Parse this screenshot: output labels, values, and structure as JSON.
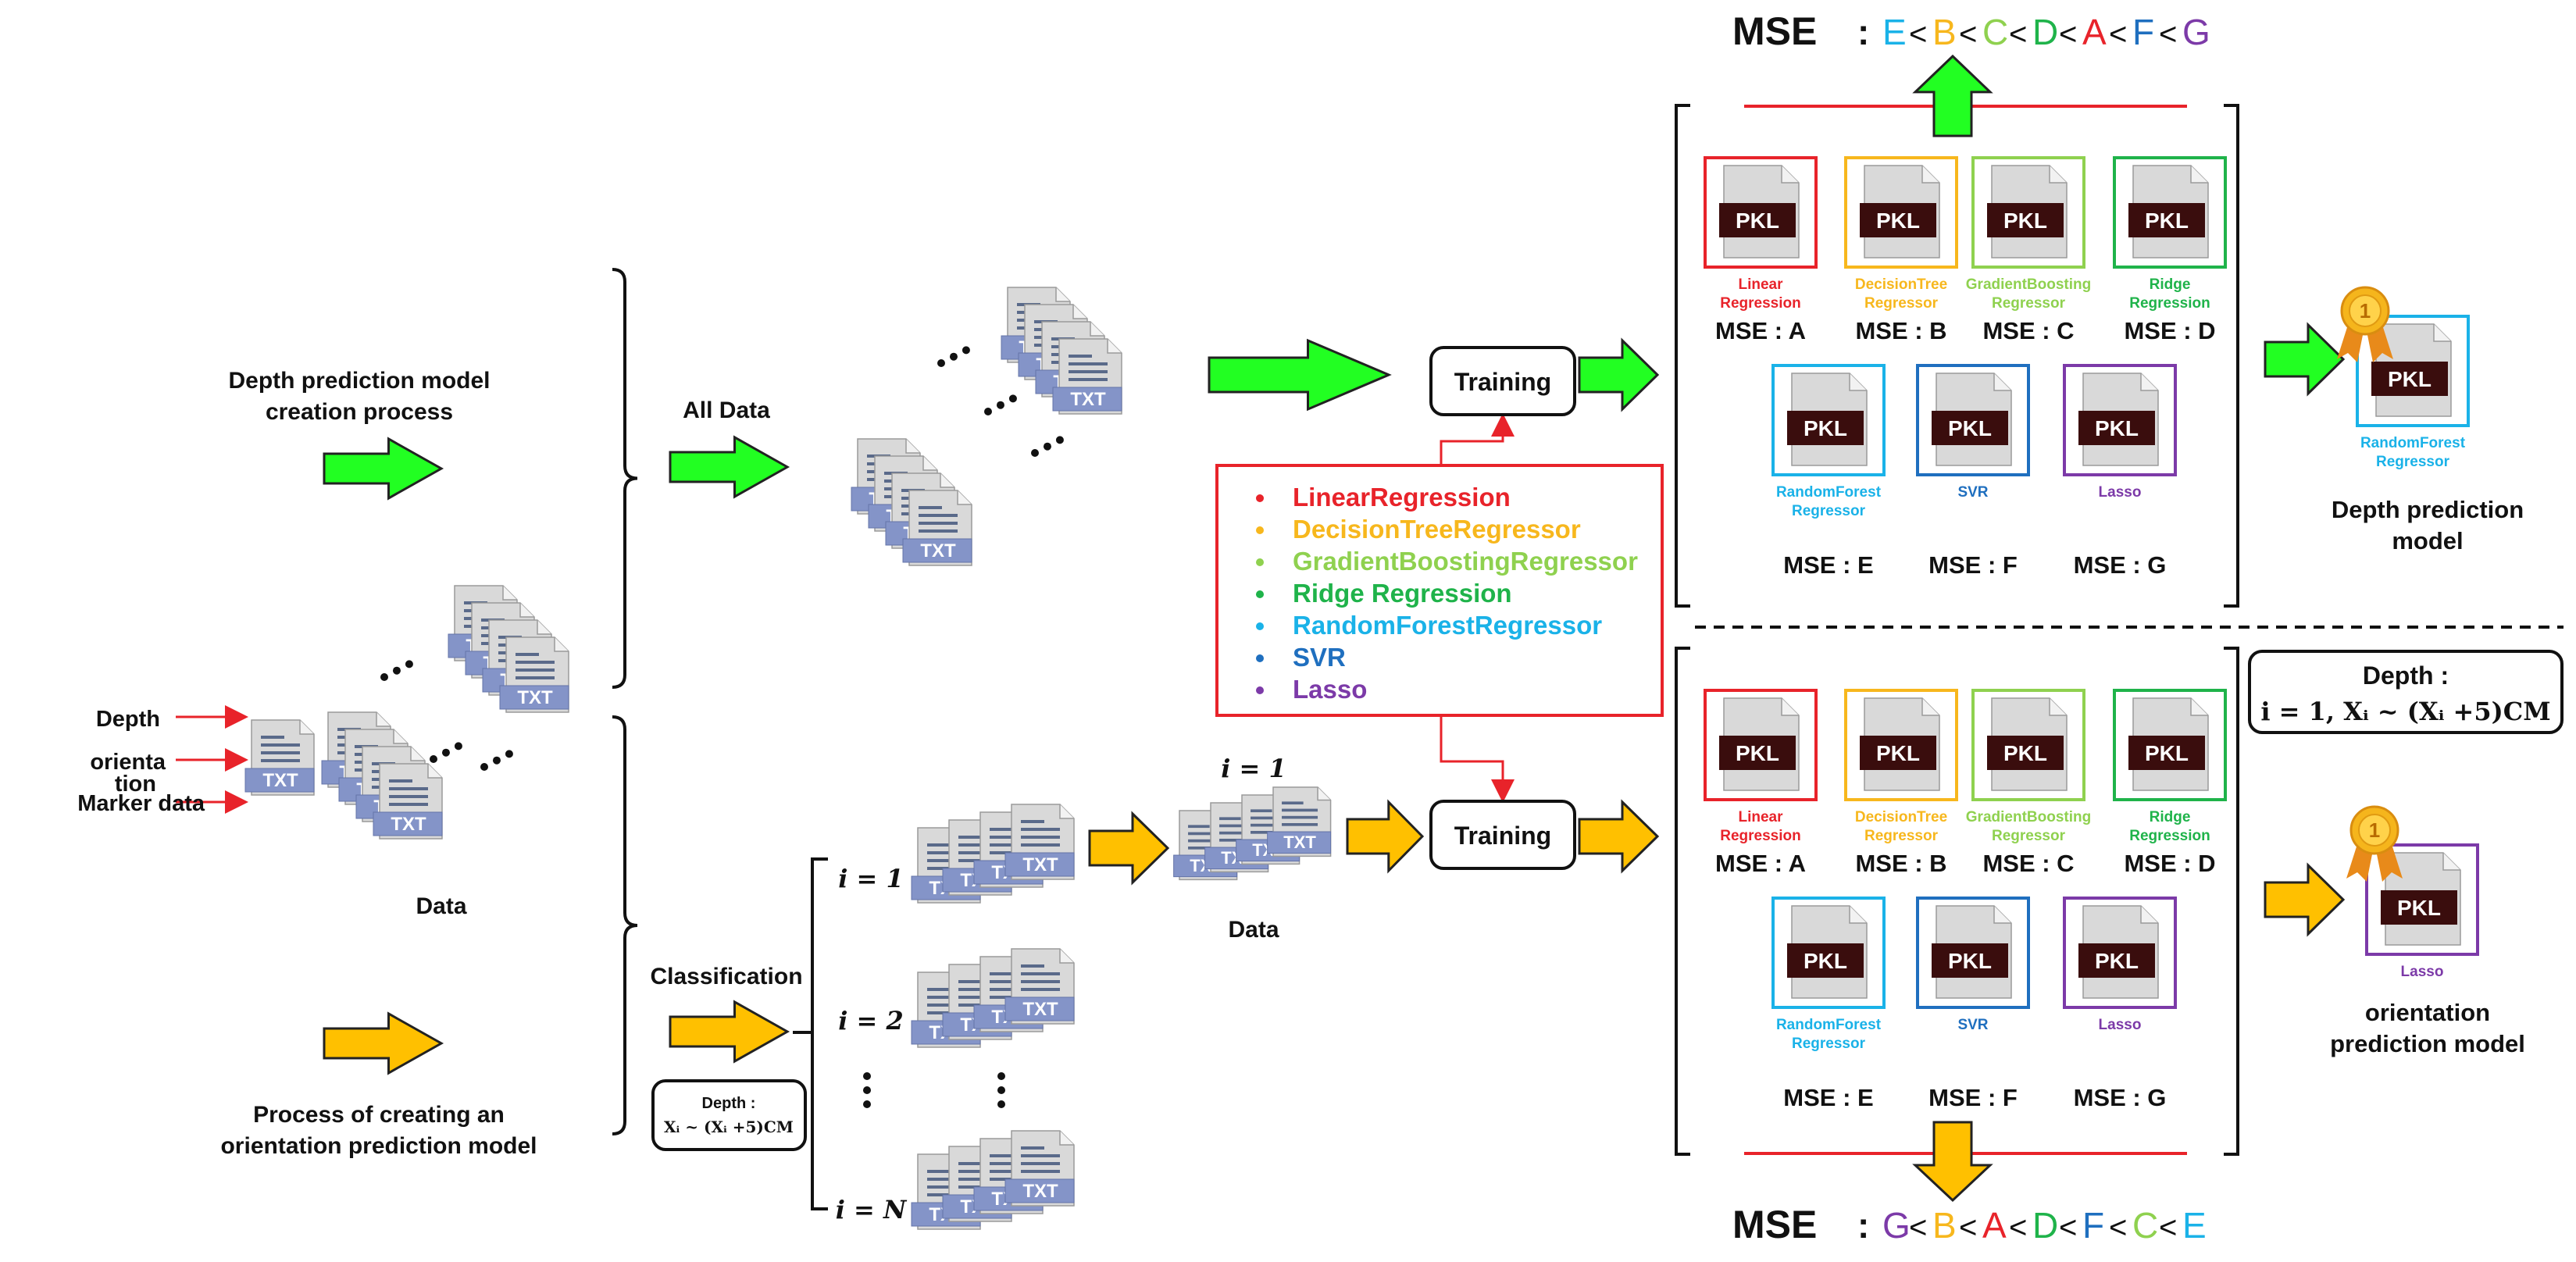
{
  "colors": {
    "green": "#22ff22",
    "yellow": "#ffc000",
    "red": "#e8232a",
    "A": "#e8232a",
    "B": "#f7b71d",
    "C": "#8fd14f",
    "D": "#1fb34a",
    "E": "#1ab2e8",
    "F": "#1f6fbf",
    "G": "#7c3aa8",
    "doc": "#d9d9d9",
    "txt_band": "#8494c8",
    "pkl": "#3a0d0d"
  },
  "left": {
    "input_labels": [
      "Depth",
      "orientation",
      "Marker data"
    ],
    "data_label": "Data",
    "txt_label": "TXT",
    "top_process": "Depth prediction model creation process",
    "bottom_process": "Process of creating an orientation prediction model"
  },
  "middle": {
    "all_data": "All Data",
    "classification": "Classification",
    "condition_small": {
      "title": "Depth :",
      "formula": "Xᵢ ~ (Xᵢ +5)CM"
    },
    "i_labels": [
      "i = 1",
      "i = 2",
      "i = N"
    ],
    "data_i_label": "i = 1",
    "data_label": "Data"
  },
  "center": {
    "training": "Training",
    "algorithms": [
      {
        "name": "LinearRegression",
        "color_key": "A"
      },
      {
        "name": "DecisionTreeRegressor",
        "color_key": "B"
      },
      {
        "name": "GradientBoostingRegressor",
        "color_key": "C"
      },
      {
        "name": "Ridge Regression",
        "color_key": "D"
      },
      {
        "name": "RandomForestRegressor",
        "color_key": "E"
      },
      {
        "name": "SVR",
        "color_key": "F"
      },
      {
        "name": "Lasso",
        "color_key": "G"
      }
    ]
  },
  "models": {
    "pkl_label": "PKL",
    "items": [
      {
        "letter": "A",
        "name_lines": [
          "Linear",
          "Regression"
        ],
        "mse": "MSE : A"
      },
      {
        "letter": "B",
        "name_lines": [
          "DecisionTree",
          "Regressor"
        ],
        "mse": "MSE : B"
      },
      {
        "letter": "C",
        "name_lines": [
          "GradientBoosting",
          "Regressor"
        ],
        "mse": "MSE : C"
      },
      {
        "letter": "D",
        "name_lines": [
          "Ridge",
          "Regression"
        ],
        "mse": "MSE : D"
      },
      {
        "letter": "E",
        "name_lines": [
          "RandomForest",
          "Regressor"
        ],
        "mse": "MSE : E"
      },
      {
        "letter": "F",
        "name_lines": [
          "SVR"
        ],
        "mse": "MSE : F"
      },
      {
        "letter": "G",
        "name_lines": [
          "Lasso"
        ],
        "mse": "MSE : G"
      }
    ]
  },
  "ranking": {
    "label": "MSE",
    "colon": ":",
    "top_order": [
      "E",
      "B",
      "C",
      "D",
      "A",
      "F",
      "G"
    ],
    "bottom_order": [
      "G",
      "B",
      "A",
      "D",
      "F",
      "C",
      "E"
    ],
    "separator": "<"
  },
  "right": {
    "depth_winner": {
      "name_lines": [
        "RandomForest",
        "Regressor"
      ],
      "color_key": "E",
      "caption_lines": [
        "Depth prediction",
        "model"
      ]
    },
    "orientation_winner": {
      "name_lines": [
        "Lasso"
      ],
      "color_key": "G",
      "caption_lines": [
        "orientation",
        "prediction model"
      ]
    },
    "medal_number": "1",
    "condition": {
      "title": "Depth :",
      "formula": "i = 1, Xᵢ ~ (Xᵢ +5)CM"
    }
  }
}
